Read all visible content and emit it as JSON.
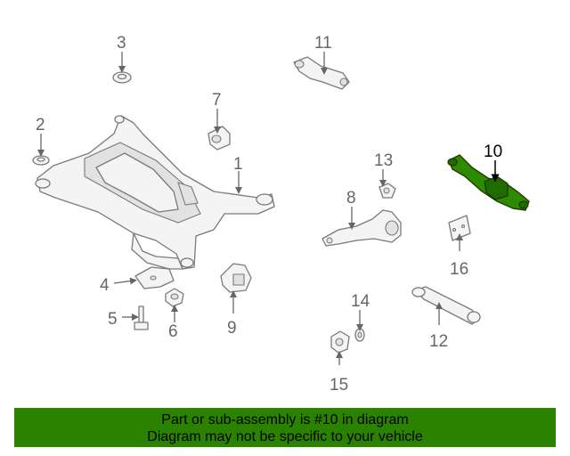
{
  "diagram": {
    "callouts": [
      {
        "id": "1",
        "label": "1"
      },
      {
        "id": "2",
        "label": "2"
      },
      {
        "id": "3",
        "label": "3"
      },
      {
        "id": "4",
        "label": "4"
      },
      {
        "id": "5",
        "label": "5"
      },
      {
        "id": "6",
        "label": "6"
      },
      {
        "id": "7",
        "label": "7"
      },
      {
        "id": "8",
        "label": "8"
      },
      {
        "id": "9",
        "label": "9"
      },
      {
        "id": "10",
        "label": "10"
      },
      {
        "id": "11",
        "label": "11"
      },
      {
        "id": "12",
        "label": "12"
      },
      {
        "id": "13",
        "label": "13"
      },
      {
        "id": "14",
        "label": "14"
      },
      {
        "id": "15",
        "label": "15"
      },
      {
        "id": "16",
        "label": "16"
      }
    ],
    "highlighted_part": "10",
    "highlight_color": "#2e8b00"
  },
  "banner": {
    "line1": "Part or sub-assembly is #10 in diagram",
    "line2": "Diagram may not be specific to your vehicle",
    "background_color": "#2a8200"
  }
}
